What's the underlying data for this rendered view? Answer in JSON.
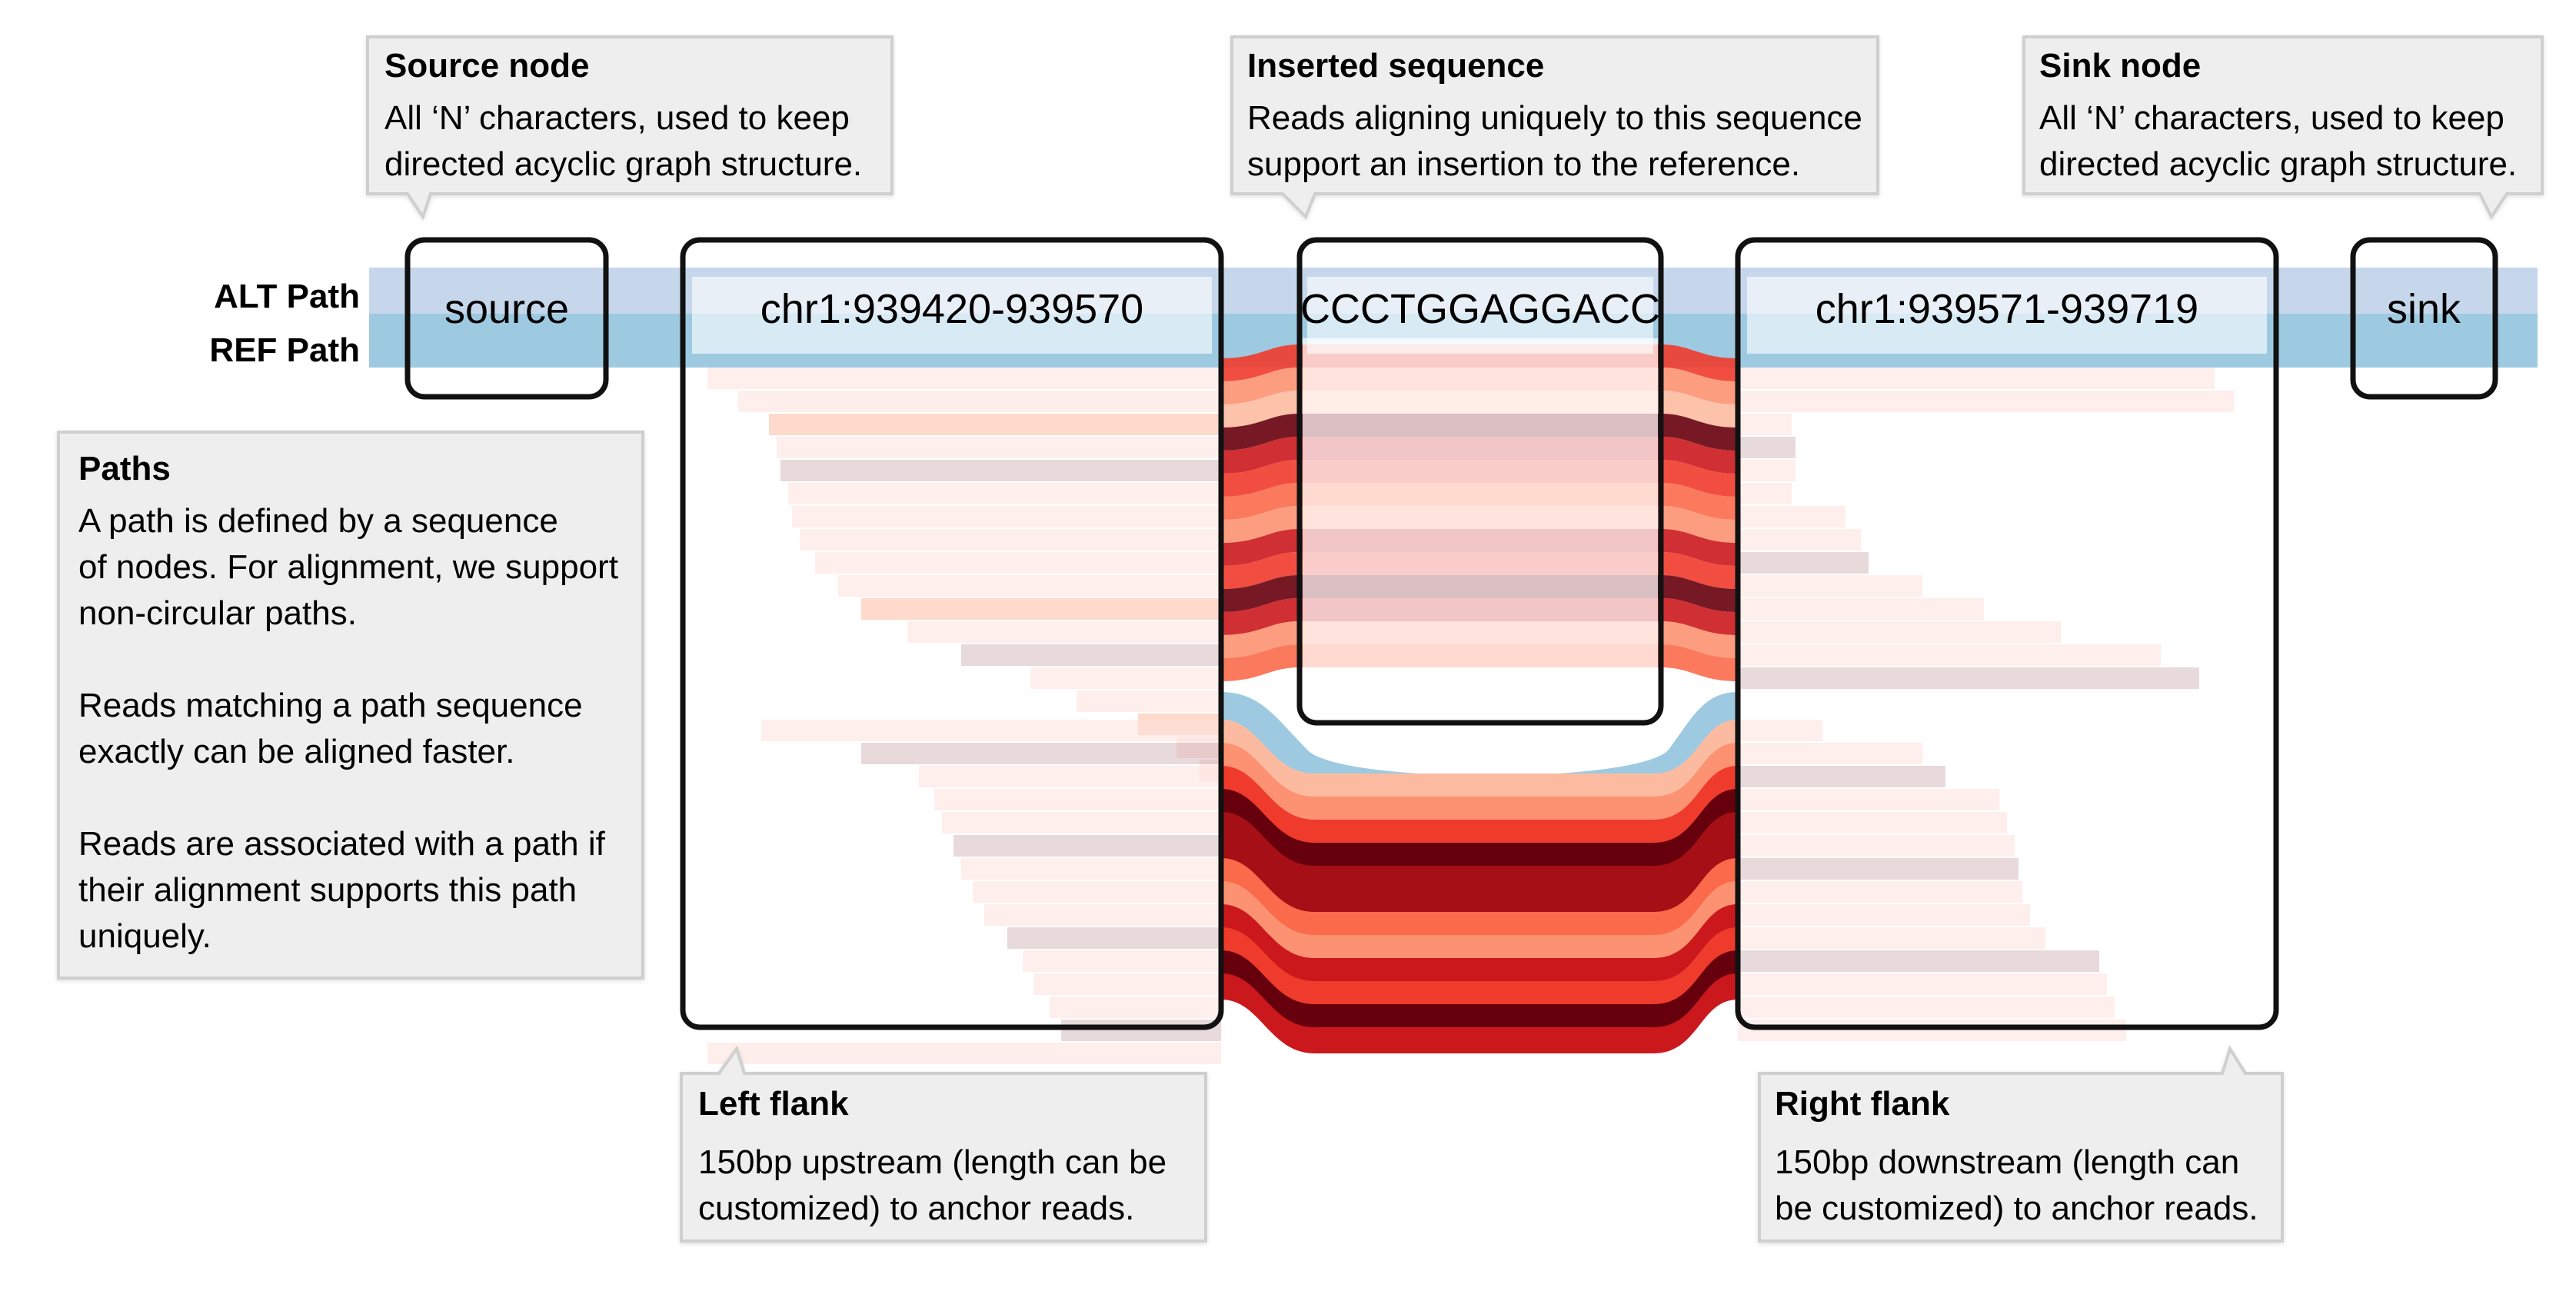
{
  "paths": {
    "alt_label": "ALT Path",
    "ref_label": "REF Path",
    "alt_color": "#c6d7ec",
    "ref_color": "#9ecae1"
  },
  "nodes": {
    "source": "source",
    "left_flank": "chr1:939420-939570",
    "insert": "CCCTGGAGGACC",
    "right_flank": "chr1:939571-939719",
    "sink": "sink"
  },
  "callouts": {
    "source_node": {
      "title": "Source node",
      "lines": [
        "All ‘N’ characters, used to keep",
        "directed acyclic graph structure."
      ]
    },
    "inserted_sequence": {
      "title": "Inserted sequence",
      "lines": [
        "Reads aligning uniquely to this sequence",
        "support an insertion to the reference."
      ]
    },
    "sink_node": {
      "title": "Sink node",
      "lines": [
        "All ‘N’ characters, used to keep",
        "directed acyclic graph structure."
      ]
    },
    "paths": {
      "title": "Paths",
      "lines": [
        "A path is defined by a sequence",
        "of nodes. For alignment, we support",
        "non-circular paths.",
        "",
        "Reads matching a path sequence",
        "exactly can be aligned faster.",
        "",
        "Reads are associated with a path if",
        "their alignment supports this path",
        "uniquely."
      ]
    },
    "left_flank": {
      "title": "Left flank",
      "lines": [
        "150bp upstream (length can be",
        "customized) to anchor reads."
      ]
    },
    "right_flank": {
      "title": "Right flank",
      "lines": [
        "150bp downstream (length can",
        "be customized) to anchor reads."
      ]
    }
  },
  "colors": {
    "callout_bg": "#eeeeee",
    "callout_border": "#cfcfcf",
    "node_border": "#111111",
    "read_palette": [
      "#fde0dc",
      "#fcbba1",
      "#fc9272",
      "#fb6a4a",
      "#ef3b2c",
      "#cb181d",
      "#a50f15",
      "#67000d"
    ]
  }
}
